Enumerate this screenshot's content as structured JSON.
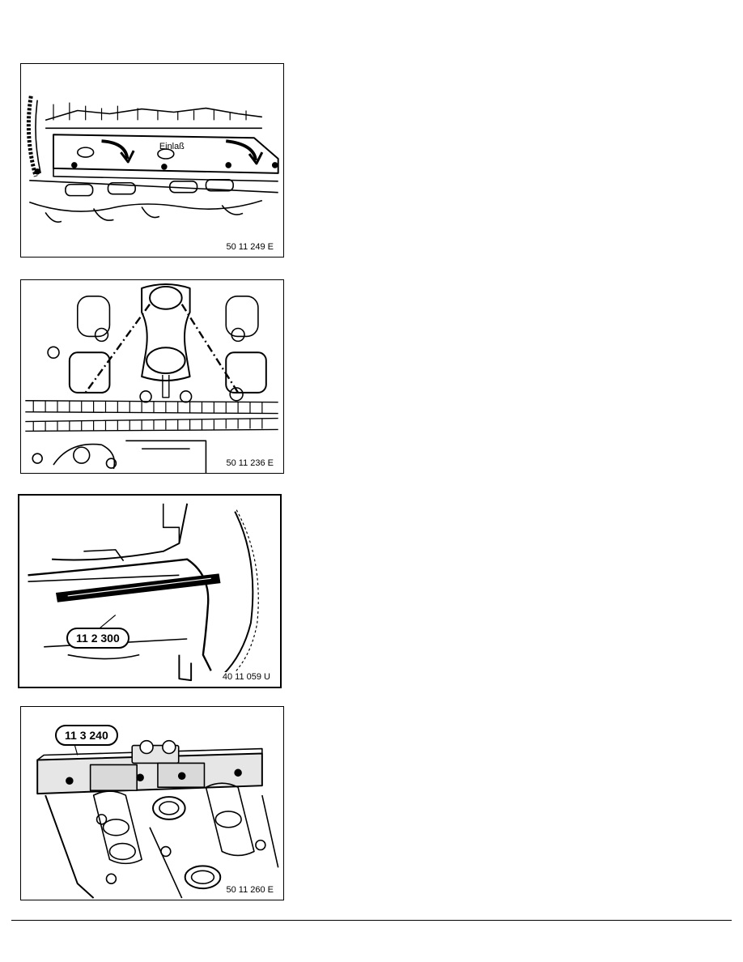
{
  "figures": [
    {
      "code": "50 11 249 E",
      "label": "Einlaß"
    },
    {
      "code": "50 11 236 E"
    },
    {
      "code": "40 11 059 U",
      "callout": "11 2 300"
    },
    {
      "code": "50 11 260 E",
      "callout": "11 3 240"
    }
  ]
}
